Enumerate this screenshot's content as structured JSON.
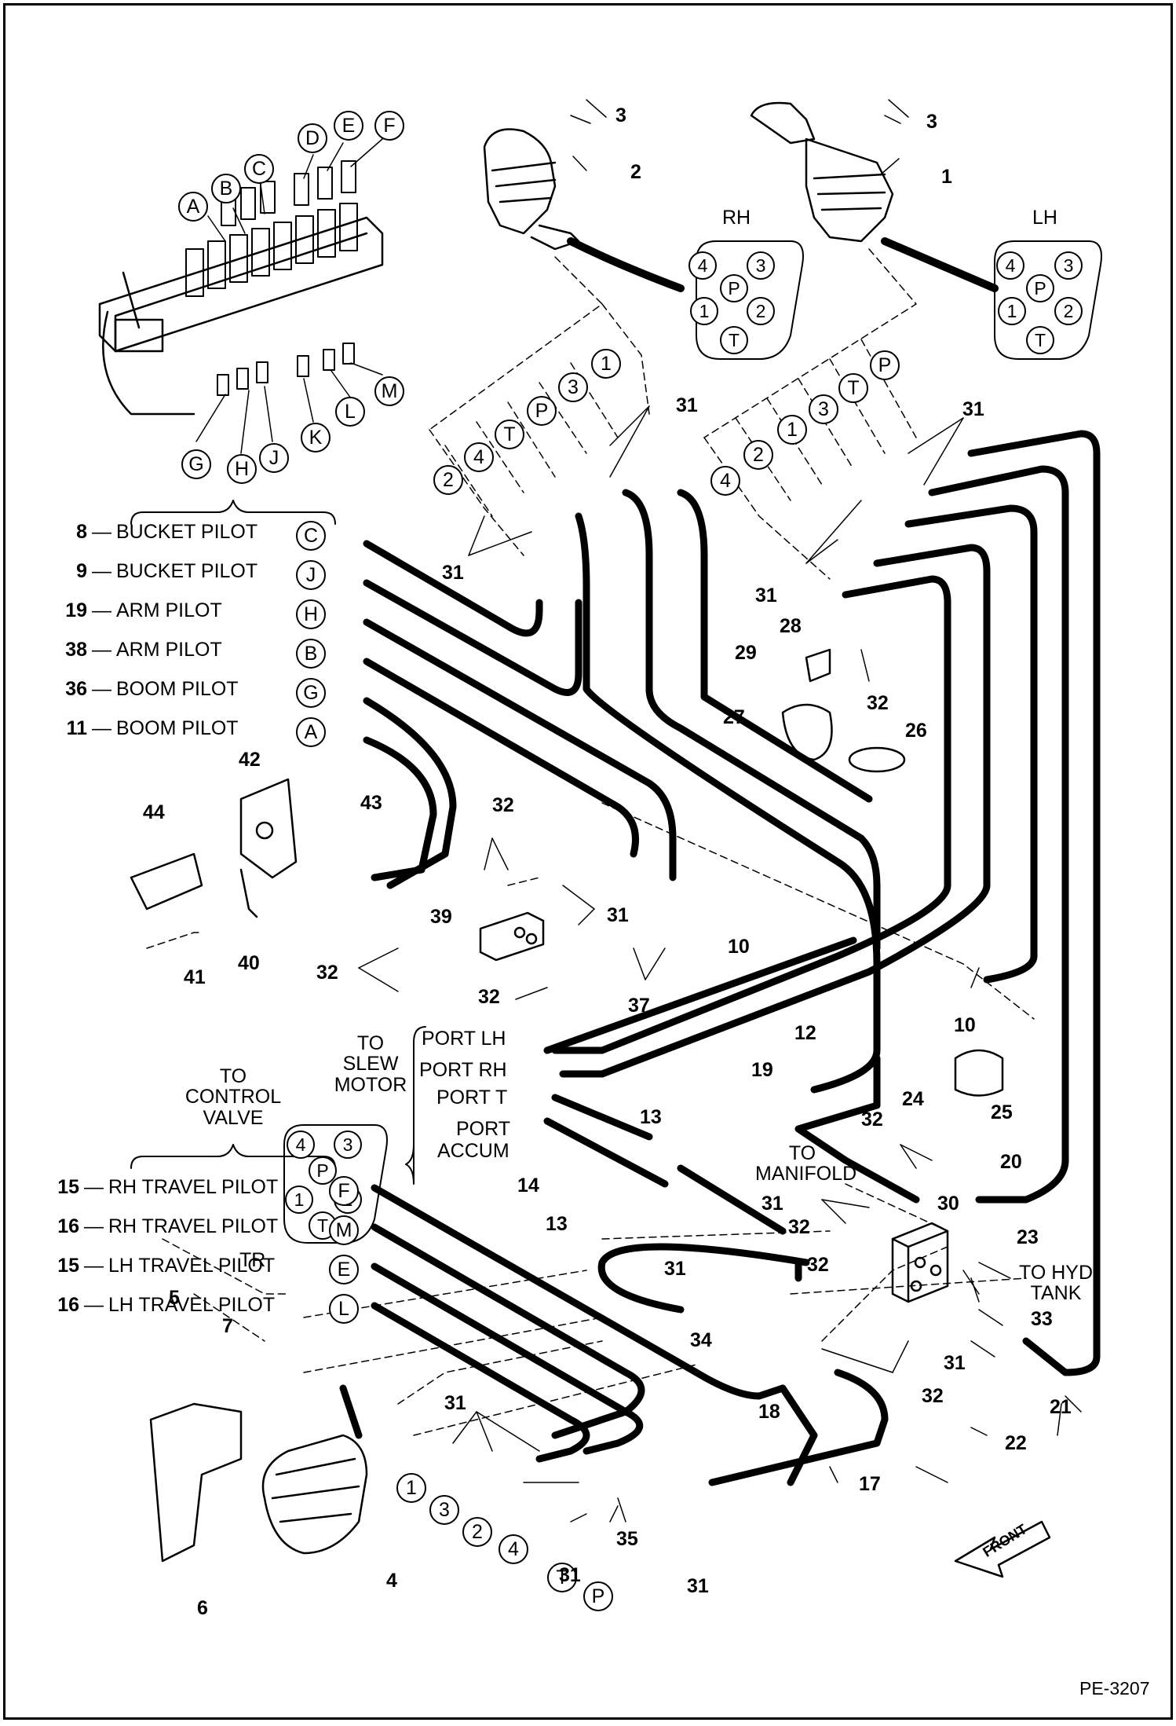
{
  "pilot_lines": [
    {
      "num": "8",
      "label": "BUCKET PILOT",
      "port": "C"
    },
    {
      "num": "9",
      "label": "BUCKET PILOT",
      "port": "J"
    },
    {
      "num": "19",
      "label": "ARM PILOT",
      "port": "H"
    },
    {
      "num": "38",
      "label": "ARM PILOT",
      "port": "B"
    },
    {
      "num": "36",
      "label": "BOOM PILOT",
      "port": "G"
    },
    {
      "num": "11",
      "label": "BOOM PILOT",
      "port": "A"
    }
  ],
  "travel_lines": [
    {
      "num": "15",
      "label": "RH TRAVEL PILOT",
      "port": "F"
    },
    {
      "num": "16",
      "label": "RH TRAVEL PILOT",
      "port": "M"
    },
    {
      "num": "15",
      "label": "LH TRAVEL PILOT",
      "port": "E"
    },
    {
      "num": "16",
      "label": "LH TRAVEL PILOT",
      "port": "L"
    }
  ],
  "valve_ports_top": [
    "A",
    "B",
    "C",
    "D",
    "E",
    "F"
  ],
  "valve_ports_bottom": [
    "G",
    "H",
    "J",
    "K",
    "L",
    "M"
  ],
  "joystick_labels": {
    "rh": "RH",
    "lh": "LH",
    "travel": "TR"
  },
  "connector_pins": [
    "4",
    "3",
    "P",
    "1",
    "2",
    "T"
  ],
  "rh_hose_ports": [
    "2",
    "4",
    "T",
    "P",
    "3",
    "1"
  ],
  "lh_hose_ports": [
    "4",
    "2",
    "1",
    "3",
    "T",
    "P"
  ],
  "travel_hose_ports": [
    "1",
    "3",
    "2",
    "4",
    "T",
    "P"
  ],
  "slew_ports": [
    "PORT LH",
    "PORT RH",
    "PORT T",
    "PORT",
    "ACCUM"
  ],
  "notes": {
    "to_slew_motor": [
      "TO",
      "SLEW",
      "MOTOR"
    ],
    "to_control_valve": [
      "TO",
      "CONTROL",
      "VALVE"
    ],
    "to_manifold": [
      "TO",
      "MANIFOLD"
    ],
    "to_hyd_tank": [
      "TO HYD",
      "TANK"
    ],
    "front": "FRONT"
  },
  "callouts": {
    "c1": "1",
    "c2": "2",
    "c3a": "3",
    "c3b": "3",
    "c4": "4",
    "c5": "5",
    "c6": "6",
    "c7": "7",
    "c10a": "10",
    "c10b": "10",
    "c12": "12",
    "c13a": "13",
    "c13b": "13",
    "c14": "14",
    "c17": "17",
    "c18": "18",
    "c19": "19",
    "c20": "20",
    "c21": "21",
    "c22": "22",
    "c23": "23",
    "c24": "24",
    "c25": "25",
    "c26": "26",
    "c27": "27",
    "c28": "28",
    "c29": "29",
    "c30": "30",
    "c31a": "31",
    "c31b": "31",
    "c31c": "31",
    "c31d": "31",
    "c31e": "31",
    "c31f": "31",
    "c31g": "31",
    "c31h": "31",
    "c31i": "31",
    "c31j": "31",
    "c31k": "31",
    "c32a": "32",
    "c32b": "32",
    "c32c": "32",
    "c32d": "32",
    "c32e": "32",
    "c32f": "32",
    "c32g": "32",
    "c32h": "32",
    "c33": "33",
    "c34": "34",
    "c35": "35",
    "c37": "37",
    "c39": "39",
    "c40": "40",
    "c41": "41",
    "c42": "42",
    "c43": "43",
    "c44": "44"
  },
  "figure_id": "PE-3207"
}
